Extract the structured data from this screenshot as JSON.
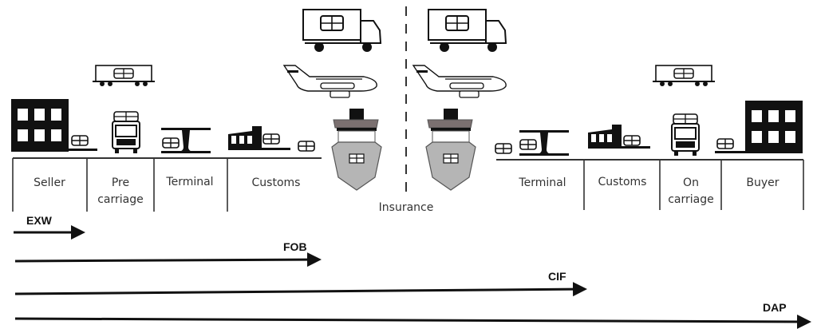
{
  "title": "Incoterms responsibility diagram",
  "colors": {
    "ink": "#111111",
    "text": "#333333",
    "ship_hull": "#b5b5b5",
    "ship_deck": "#7b7070",
    "background": "#ffffff"
  },
  "stages": [
    {
      "id": "seller",
      "lines": [
        "Seller"
      ]
    },
    {
      "id": "pre-carriage",
      "lines": [
        "Pre",
        "carriage"
      ]
    },
    {
      "id": "terminal-export",
      "lines": [
        "Terminal"
      ]
    },
    {
      "id": "customs-export",
      "lines": [
        "Customs"
      ]
    },
    {
      "id": "terminal-import",
      "lines": [
        "Terminal"
      ]
    },
    {
      "id": "customs-import",
      "lines": [
        "Customs"
      ]
    },
    {
      "id": "on-carriage",
      "lines": [
        "On",
        "carriage"
      ]
    },
    {
      "id": "buyer",
      "lines": [
        "Buyer"
      ]
    }
  ],
  "insurance_label": "Insurance",
  "incoterms": [
    {
      "code": "EXW",
      "extends_to": "Seller"
    },
    {
      "code": "FOB",
      "extends_to": "Loaded on ship (export)"
    },
    {
      "code": "CIF",
      "extends_to": "Arrival terminal (import)"
    },
    {
      "code": "DAP",
      "extends_to": "Buyer"
    }
  ],
  "icons": [
    "seller-building-icon",
    "rail-wagon-icon",
    "truck-front-icon",
    "terminal-crane-icon",
    "customs-warehouse-icon",
    "delivery-truck-icon",
    "cargo-plane-icon",
    "cargo-ship-icon",
    "package-icon",
    "buyer-building-icon"
  ]
}
